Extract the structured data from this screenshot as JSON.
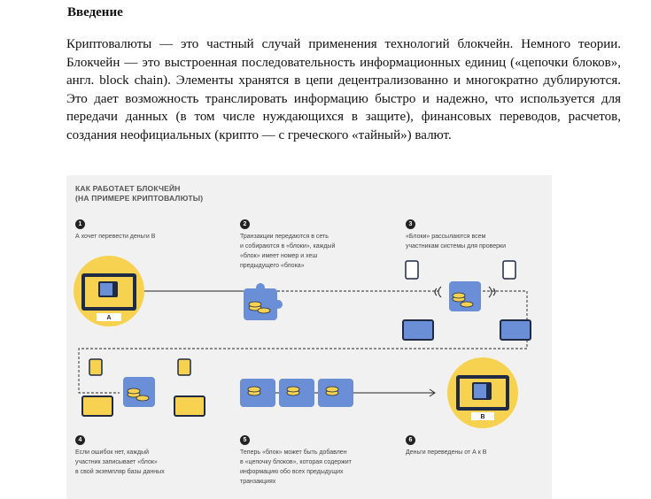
{
  "document": {
    "heading": "Введение",
    "paragraph": "Криптовалюты — это частный случай применения технологий блокчейн. Немного теории. Блокчейн — это выстроенная последовательность информационных единиц («цепочки блоков», англ. block chain). Элементы хранятся в цепи децентрализованно и многократно дублируются. Это дает возможность транслировать информацию быстро и надежно, что используется для передачи данных (в том числе нуждающихся в защите), финансовых переводов, расчетов, создания неофициальных (крипто — с греческого «тайный») валют."
  },
  "figure": {
    "title_line1": "КАК РАБОТАЕТ БЛОКЧЕЙН",
    "title_line2": "(НА ПРИМЕРЕ КРИПТОВАЛЮТЫ)",
    "steps": [
      {
        "num": "1",
        "lines": [
          "А хочет перевести деньги В"
        ]
      },
      {
        "num": "2",
        "lines": [
          "Транзакции передаются в сеть",
          "и собираются в «блоки», каждый",
          "«блок» имеет номер и хеш",
          "предыдущего «блока»"
        ]
      },
      {
        "num": "3",
        "lines": [
          "«Блоки» рассылаются всем",
          "участникам системы для проверки"
        ]
      },
      {
        "num": "4",
        "lines": [
          "Если ошибок нет, каждый",
          "участник записывает «блок»",
          "в свой экземпляр базы данных"
        ]
      },
      {
        "num": "5",
        "lines": [
          "Теперь «блок» может быть добавлен",
          "в «цепочку блоков», которая содержит",
          "информацию обо всех предыдущих",
          "транзакциях"
        ]
      },
      {
        "num": "6",
        "lines": [
          "Деньги переведены от А к В"
        ]
      }
    ],
    "label_a": "А",
    "label_b": "В",
    "colors": {
      "yellow": "#f7d251",
      "blue": "#6b8fd6",
      "dark": "#1f2a44",
      "background": "#f1f1f1"
    }
  }
}
